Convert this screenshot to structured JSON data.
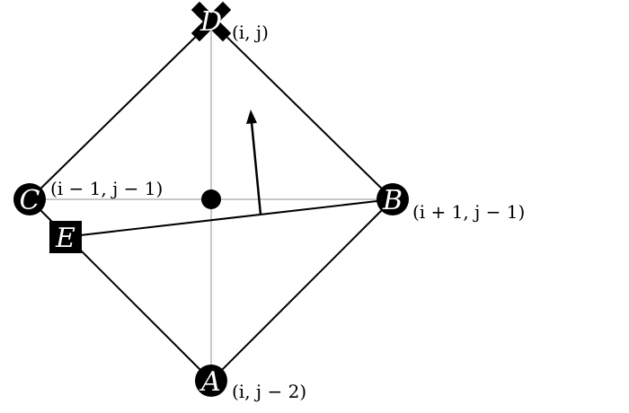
{
  "nodes": [
    {
      "id": "A",
      "letter": "A",
      "coord": "(i, j − 2)",
      "shape": "circle"
    },
    {
      "id": "B",
      "letter": "B",
      "coord": "(i + 1, j − 1)",
      "shape": "circle"
    },
    {
      "id": "C",
      "letter": "C",
      "coord": "(i − 1, j − 1)",
      "shape": "circle"
    },
    {
      "id": "D",
      "letter": "D",
      "coord": "(i, j)",
      "shape": "cross"
    },
    {
      "id": "E",
      "letter": "E",
      "coord": "",
      "shape": "square"
    }
  ],
  "colors": {
    "edge": "#000000",
    "axis": "#c8c8c8",
    "node_fill": "#000000",
    "node_text": "#ffffff"
  }
}
